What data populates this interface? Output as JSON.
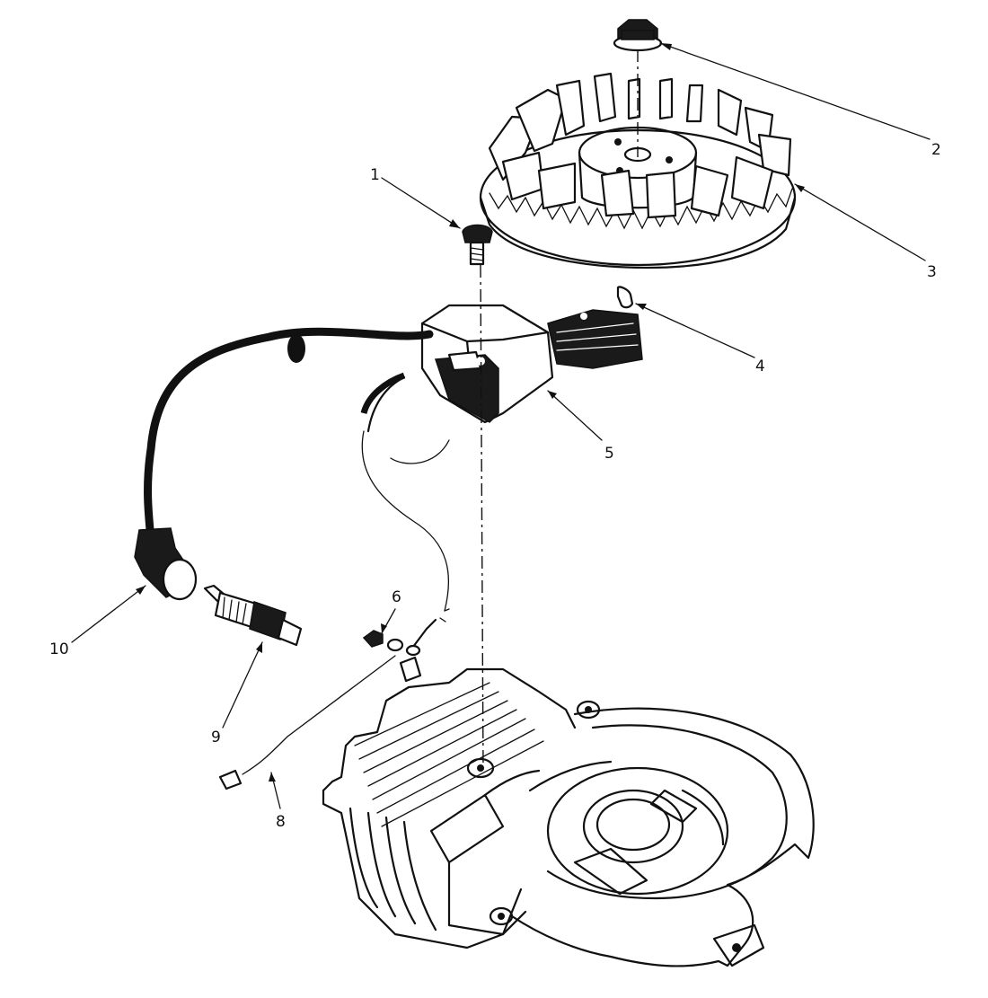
{
  "diagram": {
    "callouts": [
      "1",
      "2",
      "3",
      "4",
      "5",
      "6",
      "8",
      "9",
      "10"
    ]
  }
}
